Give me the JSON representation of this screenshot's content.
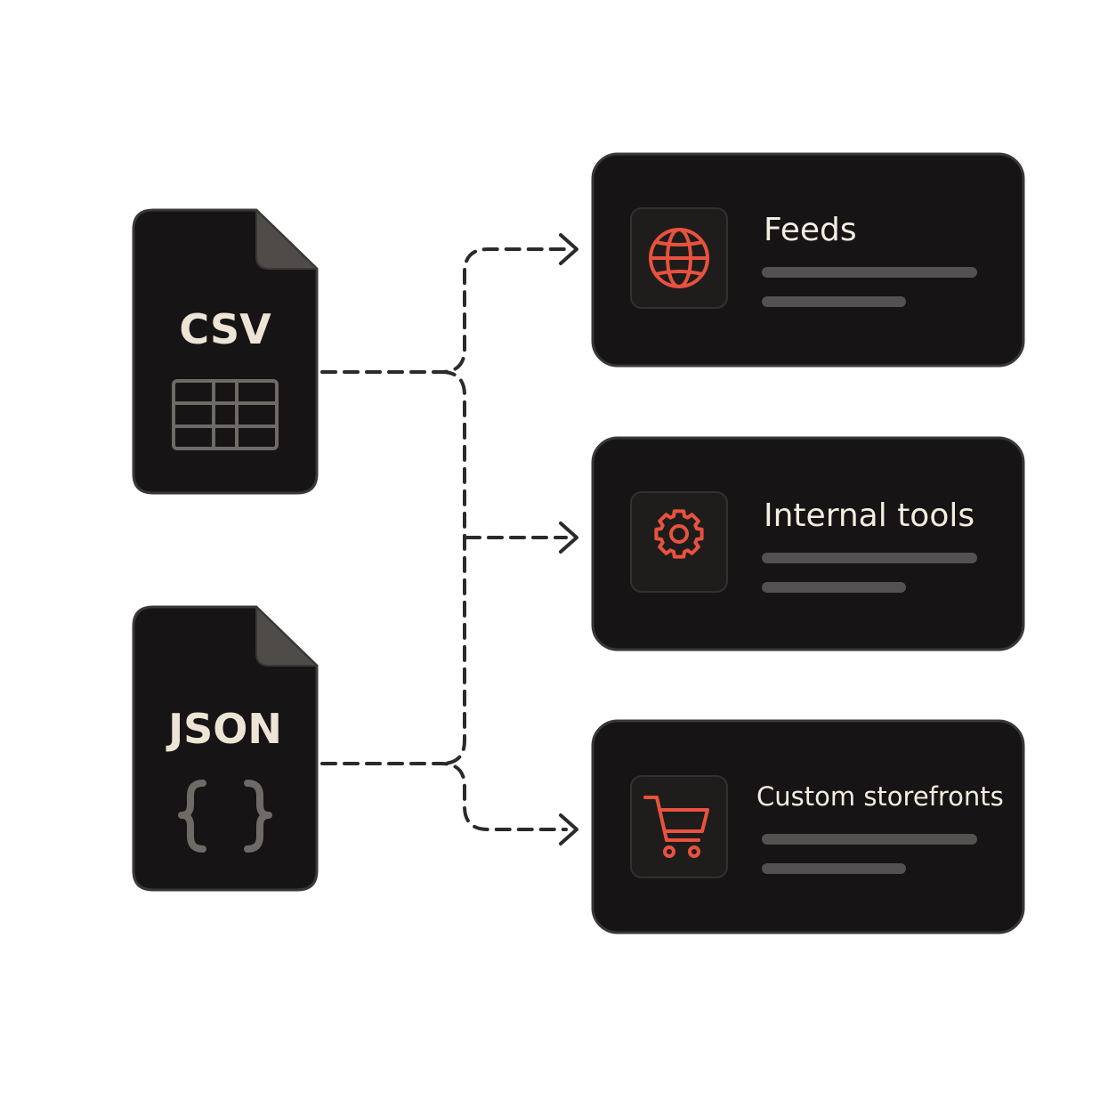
{
  "colors": {
    "background": "#ffffff",
    "panel": "#161414",
    "panel_border": "#3a3835",
    "icon_box": "#1f1d1c",
    "accent": "#e8523e",
    "muted_icon": "#6e6b67",
    "label_text": "#ede4d6",
    "connector": "#2b2b2b"
  },
  "sources": [
    {
      "label": "CSV",
      "icon": "table-grid-icon"
    },
    {
      "label": "JSON",
      "icon": "curly-braces-icon"
    }
  ],
  "destinations": [
    {
      "title": "Feeds",
      "icon": "globe-icon"
    },
    {
      "title": "Internal tools",
      "icon": "gear-icon"
    },
    {
      "title": "Custom storefronts",
      "icon": "shopping-cart-icon"
    }
  ]
}
